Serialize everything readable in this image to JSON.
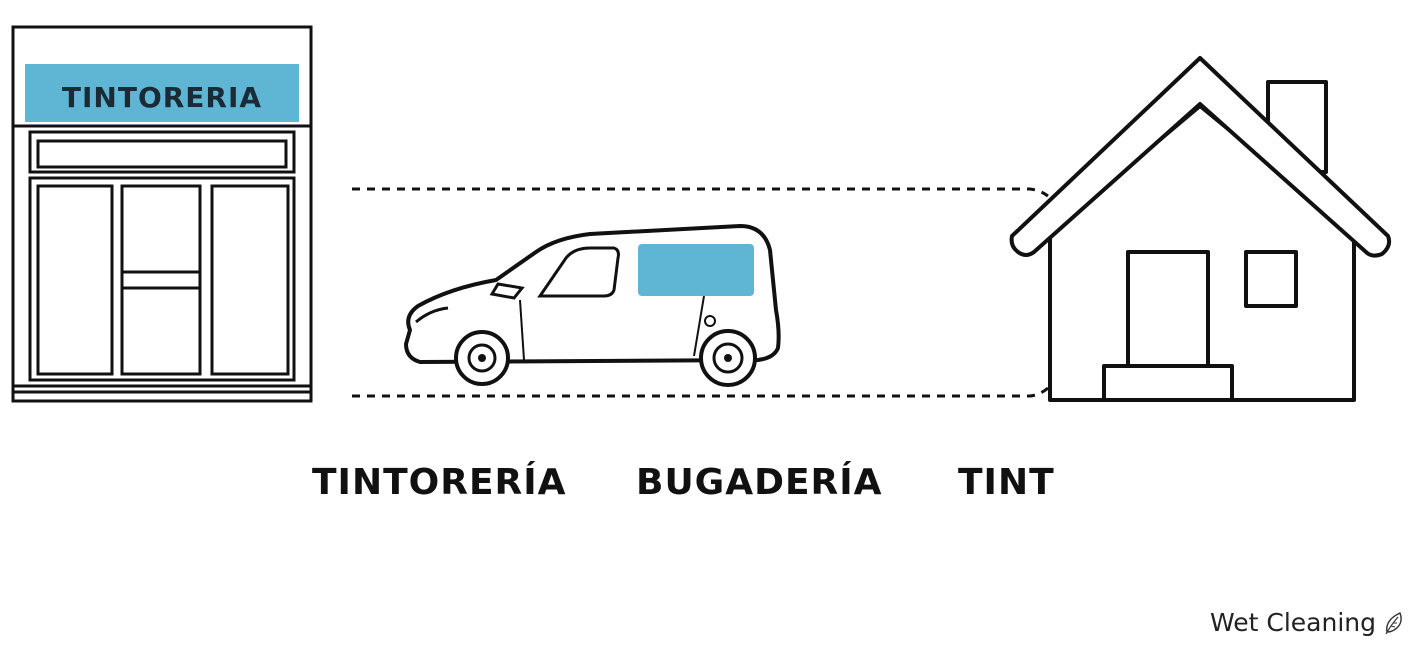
{
  "shop": {
    "sign": "TINTORERIA"
  },
  "labels": [
    "TINTORERÍA",
    "BUGADERÍA",
    "TINT"
  ],
  "brand": {
    "text": "Wet Cleaning",
    "icon": "leaf-icon"
  },
  "colors": {
    "accent": "#5fb6d4",
    "stroke": "#111111",
    "background": "#ffffff"
  }
}
